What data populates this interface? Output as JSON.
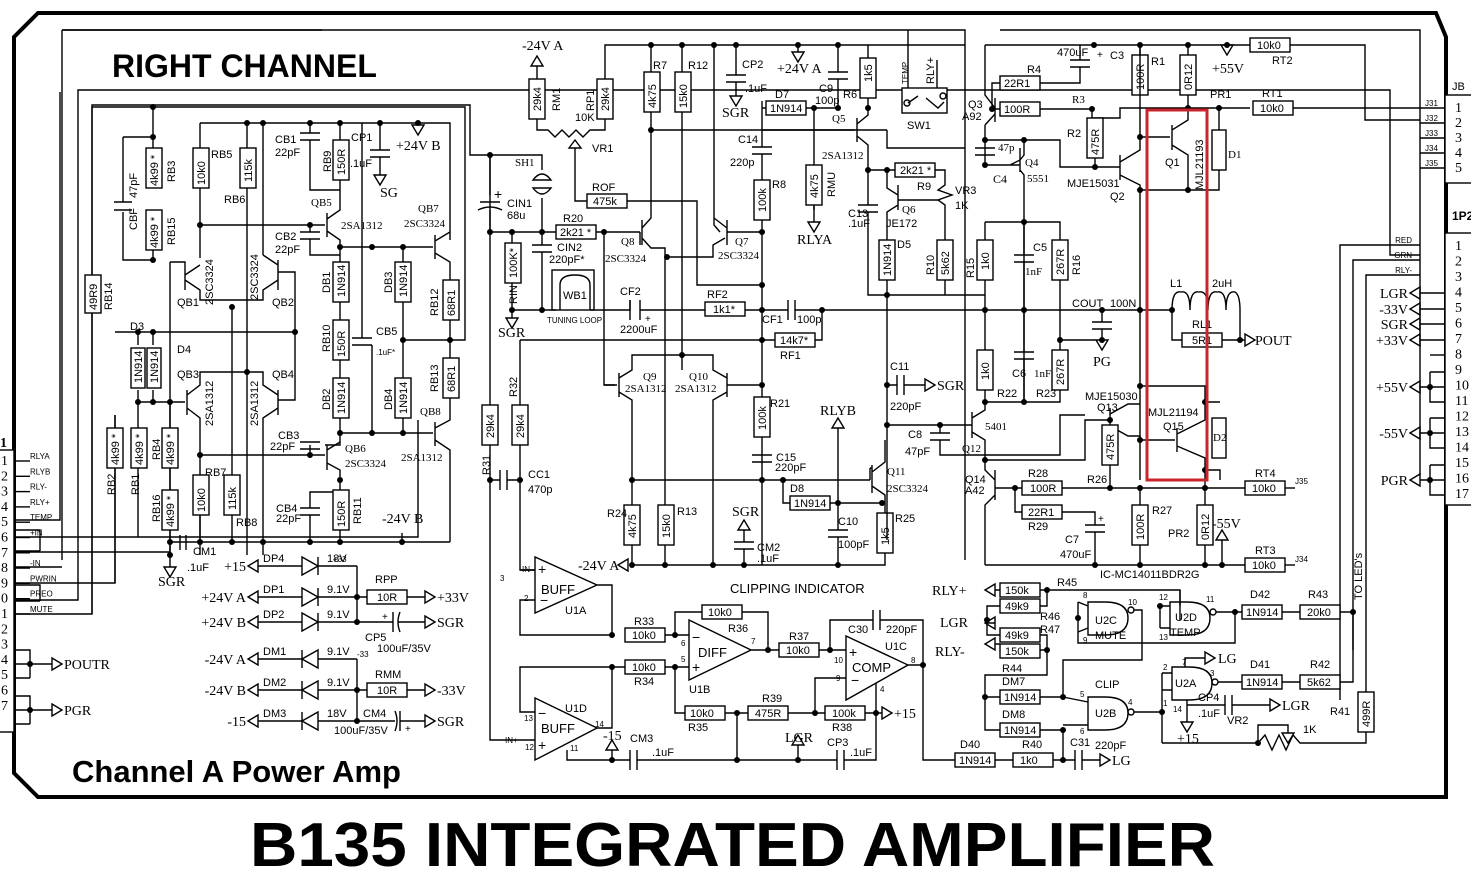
{
  "titles": {
    "section": "RIGHT CHANNEL",
    "subtitle": "Channel A Power Amp",
    "main": "B135 INTEGRATED AMPLIFIER",
    "clipping": "CLIPPING INDICATOR",
    "clip": "CLIP",
    "to_leds": "TO LED's",
    "ic": "IC-MC14011BDR2G",
    "tuning_loop": "TUNING LOOP"
  },
  "connector_left": {
    "name": "1",
    "pins": [
      "1",
      "2",
      "3",
      "4",
      "5",
      "6",
      "7",
      "8",
      "9",
      "0",
      "1",
      "2",
      "3",
      "4",
      "5",
      "6",
      "7"
    ],
    "signals": [
      "RLYA",
      "RLYB",
      "RLY-",
      "RLY+",
      "TEMP",
      "+IN",
      "",
      "-IN",
      "PWRIN",
      "PREO",
      "MUTE"
    ],
    "outputs": [
      "POUTR",
      "PGR"
    ]
  },
  "connector_jb": {
    "name": "JB",
    "pins": [
      "1",
      "2",
      "3",
      "4",
      "5"
    ],
    "nets": [
      "J31",
      "J32",
      "J33",
      "J34",
      "J35"
    ]
  },
  "connector_1p2": {
    "name": "1P2",
    "pins": [
      "1",
      "2",
      "3",
      "4",
      "5",
      "6",
      "7",
      "8",
      "9",
      "10",
      "11",
      "12",
      "13",
      "14",
      "15",
      "16",
      "17"
    ],
    "wires": [
      "RED",
      "GRN",
      "RLY-"
    ],
    "rails": [
      "LGR",
      "-33V",
      "SGR",
      "+33V",
      "+55V",
      "-55V",
      "PGR"
    ]
  },
  "input_stage": {
    "RB3": {
      "ref": "RB3",
      "value": "4k99 *"
    },
    "RB15": {
      "ref": "RB15",
      "value": "4k99 *"
    },
    "CBF": {
      "ref": "CBF",
      "value": "47pF"
    },
    "RB14": {
      "ref": "RB14",
      "value": "49R9"
    },
    "RB5": {
      "ref": "RB5",
      "value": "10k0"
    },
    "RB6": {
      "ref": "RB6",
      "value": "115k"
    },
    "CB1": {
      "ref": "CB1",
      "value": "22pF"
    },
    "RB9": {
      "ref": "RB9",
      "value": "150R"
    },
    "CP1": {
      "ref": "CP1",
      "value": ".1uF"
    },
    "rail_pos": "+24V B",
    "sg": "SG",
    "QB5": {
      "ref": "QB5",
      "part": "2SA1312"
    },
    "QB7": {
      "ref": "QB7",
      "part": "2SC3324"
    },
    "CB2": {
      "ref": "CB2",
      "value": "22pF"
    },
    "QB1": {
      "ref": "QB1",
      "part": "2SC3324"
    },
    "QB2": {
      "ref": "QB2",
      "part": "2SC3324"
    },
    "DB1": {
      "ref": "DB1",
      "part": "1N914"
    },
    "DB3": {
      "ref": "DB3",
      "part": "1N914"
    },
    "RB12": {
      "ref": "RB12",
      "value": "68R1"
    },
    "D3": {
      "ref": "D3",
      "part": "1N914"
    },
    "D4": {
      "ref": "D4",
      "part": "1N914"
    },
    "QB3": {
      "ref": "QB3",
      "part": "2SA1312"
    },
    "QB4": {
      "ref": "QB4",
      "part": "2SA1312"
    },
    "RB10": {
      "ref": "RB10",
      "value": "150R"
    },
    "CB5": {
      "ref": "CB5",
      "value": ".1uF*"
    },
    "RB13": {
      "ref": "RB13",
      "value": "68R1"
    },
    "DB2": {
      "ref": "DB2",
      "part": "1N914"
    },
    "DB4": {
      "ref": "DB4",
      "part": "1N914"
    },
    "QB8": {
      "ref": "QB8",
      "part": "2SA1312"
    },
    "CB3": {
      "ref": "CB3",
      "value": "22pF"
    },
    "QB6": {
      "ref": "QB6",
      "part": "2SC3324"
    },
    "RB2": {
      "ref": "RB2",
      "value": "4k99 *"
    },
    "RB1": {
      "ref": "RB1",
      "value": "4k99 *"
    },
    "RB4": {
      "ref": "RB4",
      "value": "4k99 *"
    },
    "RB16": {
      "ref": "RB16",
      "value": "4k99 *"
    },
    "RB7": {
      "ref": "RB7",
      "value": "10k0"
    },
    "RB8": {
      "ref": "RB8",
      "value": "115k"
    },
    "CB4": {
      "ref": "CB4",
      "value": "22pF"
    },
    "RB11": {
      "ref": "RB11",
      "value": "150R"
    },
    "rail_neg": "-24V B",
    "CM1": {
      "ref": "CM1",
      "value": ".1uF"
    },
    "sgr": "SGR"
  },
  "supply": {
    "rows": [
      {
        "rail": "+15",
        "ref": "DP4",
        "volt": "18V"
      },
      {
        "rail": "+24V A",
        "ref": "DP1",
        "volt": "9.1V"
      },
      {
        "rail": "+24V B",
        "ref": "DP2",
        "volt": "9.1V"
      },
      {
        "rail": "-24V A",
        "ref": "DM1",
        "volt": "9.1V"
      },
      {
        "rail": "-24V B",
        "ref": "DM2",
        "volt": "9.1V"
      },
      {
        "rail": "-15",
        "ref": "DM3",
        "volt": "18V"
      }
    ],
    "p33_tag": "+33",
    "m33_tag": "-33",
    "RPP": {
      "ref": "RPP",
      "value": "10R",
      "out": "+33V"
    },
    "CP5": {
      "ref": "CP5",
      "value": "100uF/35V",
      "out": "SGR"
    },
    "RMM": {
      "ref": "RMM",
      "value": "10R",
      "out": "-33V"
    },
    "CM4": {
      "ref": "CM4",
      "value": "100uF/35V",
      "out": "SGR"
    }
  },
  "main_amp": {
    "m24a": "-24V A",
    "p24a": "+24V A",
    "RM1": {
      "ref": "RM1",
      "value": "29k4"
    },
    "RP1": {
      "ref": "RP1",
      "value": "29k4"
    },
    "VR1": {
      "ref": "VR1",
      "value": "10K"
    },
    "R7": {
      "ref": "R7",
      "value": "4k75"
    },
    "R12": {
      "ref": "R12",
      "value": "15k0"
    },
    "CP2": {
      "ref": "CP2",
      "value": ".1uF"
    },
    "sgr": "SGR",
    "D7": {
      "ref": "D7",
      "part": "1N914"
    },
    "C9": {
      "ref": "C9",
      "value": "100p"
    },
    "R6": {
      "ref": "R6",
      "value": "1k5"
    },
    "Q5": {
      "ref": "Q5",
      "part": "2SA1312"
    },
    "C14": {
      "ref": "C14",
      "value": "220p"
    },
    "R8": {
      "ref": "R8",
      "value": "100k"
    },
    "RMU": {
      "ref": "RMU",
      "value": "4k75"
    },
    "rlya": "RLYA",
    "SH1": {
      "ref": "SH1"
    },
    "CIN1": {
      "ref": "CIN1",
      "value": "68u"
    },
    "ROF": {
      "ref": "ROF",
      "value": "475k"
    },
    "R20": {
      "ref": "R20",
      "value": "2k21 *"
    },
    "CIN2": {
      "ref": "CIN2",
      "value": "220pF*"
    },
    "RIN": {
      "ref": "RIN",
      "value": "100K*"
    },
    "Q8": {
      "ref": "Q8",
      "part": "2SC3324"
    },
    "Q7": {
      "ref": "Q7",
      "part": "2SC3324"
    },
    "WB1": {
      "ref": "WB1"
    },
    "CF2": {
      "ref": "CF2",
      "value": "2200uF"
    },
    "RF2": {
      "ref": "RF2",
      "value": "1k1*"
    },
    "CF1": {
      "ref": "CF1",
      "value": "100p"
    },
    "RF1": {
      "ref": "RF1",
      "value": "14k7*"
    },
    "Q9": {
      "ref": "Q9",
      "part": "2SA1312"
    },
    "Q10": {
      "ref": "Q10",
      "part": "2SA1312"
    },
    "R21": {
      "ref": "R21",
      "value": "100k"
    },
    "rlyb": "RLYB",
    "R31": {
      "ref": "R31",
      "value": "29k4"
    },
    "R32": {
      "ref": "R32",
      "value": "29k4"
    },
    "CC1": {
      "ref": "CC1",
      "value": "470p"
    },
    "C15": {
      "ref": "C15",
      "value": "220pF"
    },
    "D8": {
      "ref": "D8",
      "part": "1N914"
    },
    "Q11": {
      "ref": "Q11",
      "part": "2SC3324"
    },
    "R24": {
      "ref": "R24",
      "value": "4k75"
    },
    "R13": {
      "ref": "R13",
      "value": "15k0"
    },
    "CM2": {
      "ref": "CM2",
      "value": ".1uF"
    },
    "C10": {
      "ref": "C10",
      "value": "100pF"
    },
    "R25": {
      "ref": "R25",
      "value": "1k5"
    },
    "C13": {
      "ref": "C13",
      "value": ".1uF"
    },
    "Q6": {
      "ref": "Q6",
      "part": "JE172"
    },
    "R9": {
      "ref": "R9",
      "value": "2k21 *"
    },
    "VR3": {
      "ref": "VR3",
      "value": "1K"
    },
    "D5": {
      "ref": "D5",
      "part": "1N914"
    },
    "R10": {
      "ref": "R10",
      "value": "5k62"
    },
    "C11": {
      "ref": "C11",
      "value": "220pF"
    },
    "C8": {
      "ref": "C8",
      "value": "47pF"
    }
  },
  "output_stage": {
    "SW1": {
      "ref": "SW1",
      "temp": "TEMP",
      "rly": "RLY+"
    },
    "Q3": {
      "ref": "Q3",
      "part": "A92"
    },
    "R4": {
      "ref": "R4",
      "value": "22R1"
    },
    "C3": {
      "ref": "C3",
      "value": "470uF"
    },
    "R3": {
      "ref": "R3",
      "value": "100R"
    },
    "R1": {
      "ref": "R1",
      "value": "100R"
    },
    "PR1": {
      "ref": "PR1",
      "value": "0R12"
    },
    "p55": "+55V",
    "R2": {
      "ref": "R2",
      "value": "475R"
    },
    "C4": {
      "ref": "C4",
      "value": "47p"
    },
    "Q4": {
      "ref": "Q4",
      "part": "5551"
    },
    "Q2": {
      "ref": "Q2",
      "part": "MJE15031"
    },
    "Q1": {
      "ref": "Q1",
      "part": "MJL21193"
    },
    "D1": {
      "ref": "D1"
    },
    "RT2": {
      "ref": "RT2",
      "value": "10k0"
    },
    "RT1": {
      "ref": "RT1",
      "value": "10k0"
    },
    "R15": {
      "ref": "R15",
      "value": "1k0"
    },
    "C5": {
      "ref": "C5",
      "value": "1nF"
    },
    "R16": {
      "ref": "R16",
      "value": "267R"
    },
    "L1": {
      "ref": "L1",
      "value": "2uH"
    },
    "cout": "COUT",
    "cout_val": "100N",
    "RL1": {
      "ref": "RL1",
      "value": "5R1"
    },
    "pout": "POUT",
    "pg": "PG",
    "sgr": "SGR",
    "R22": {
      "ref": "R22",
      "value": "1k0"
    },
    "C6": {
      "ref": "C6",
      "value": "1nF"
    },
    "R23": {
      "ref": "R23",
      "value": "267R"
    },
    "Q12": {
      "ref": "Q12",
      "part": "5401"
    },
    "Q13": {
      "ref": "Q13",
      "part": "MJE15030"
    },
    "R26": {
      "ref": "R26",
      "value": "475R"
    },
    "Q15": {
      "ref": "Q15",
      "part": "MJL21194"
    },
    "D2": {
      "ref": "D2"
    },
    "Q14": {
      "ref": "Q14",
      "part": "A42"
    },
    "R28": {
      "ref": "R28",
      "value": "100R"
    },
    "R29": {
      "ref": "R29",
      "value": "22R1"
    },
    "C7": {
      "ref": "C7",
      "value": "470uF"
    },
    "R27": {
      "ref": "R27",
      "value": "100R"
    },
    "PR2": {
      "ref": "PR2",
      "value": "0R12"
    },
    "m55": "-55V",
    "RT4": {
      "ref": "RT4",
      "value": "10k0",
      "net": "J35"
    },
    "RT3": {
      "ref": "RT3",
      "value": "10k0",
      "net": "J34"
    }
  },
  "clipping": {
    "U1A": {
      "ref": "U1A",
      "label": "BUFF",
      "in_n": "IN-",
      "pins": [
        "3",
        "2",
        "1"
      ]
    },
    "U1D": {
      "ref": "U1D",
      "label": "BUFF",
      "in_p": "IN+",
      "pins": [
        "13",
        "12",
        "14",
        "11"
      ]
    },
    "U1B": {
      "ref": "U1B",
      "label": "DIFF",
      "pins": [
        "6",
        "5",
        "7"
      ]
    },
    "U1C": {
      "ref": "U1C",
      "label": "COMP",
      "pins": [
        "10",
        "9",
        "8",
        "4"
      ]
    },
    "R33": {
      "ref": "R33",
      "value": "10k0"
    },
    "R34": {
      "ref": "R34",
      "value": "10k0"
    },
    "R36": {
      "ref": "R36",
      "value": "10k0"
    },
    "R37": {
      "ref": "R37",
      "value": "10k0"
    },
    "R35": {
      "ref": "R35",
      "value": "10k0"
    },
    "R39": {
      "ref": "R39",
      "value": "475R"
    },
    "R38": {
      "ref": "R38",
      "value": "100k"
    },
    "C30": {
      "ref": "C30",
      "value": "220pF"
    },
    "CM3": {
      "ref": "CM3",
      "value": ".1uF"
    },
    "CP3": {
      "ref": "CP3",
      "value": ".1uF"
    },
    "m15": "-15",
    "p15": "+15",
    "lgr": "LGR"
  },
  "logic": {
    "R45": {
      "ref": "R45",
      "value": "150k",
      "net": "RLY+"
    },
    "R46": {
      "ref": "R46",
      "value": "49k9",
      "net": "LGR"
    },
    "R47": {
      "ref": "R47",
      "value": "49k9"
    },
    "R44": {
      "ref": "R44",
      "value": "150k",
      "net": "RLY-"
    },
    "U2C": {
      "ref": "U2C",
      "label": "MUTE",
      "pins": [
        "8",
        "9",
        "10"
      ]
    },
    "U2D": {
      "ref": "U2D",
      "label": "TEMP",
      "pins": [
        "12",
        "13",
        "11"
      ]
    },
    "U2B": {
      "ref": "U2B",
      "pins": [
        "5",
        "6",
        "4"
      ]
    },
    "U2A": {
      "ref": "U2A",
      "pins": [
        "2",
        "1",
        "3",
        "7",
        "14"
      ]
    },
    "DM7": {
      "ref": "DM7",
      "part": "1N914"
    },
    "DM8": {
      "ref": "DM8",
      "part": "1N914"
    },
    "D42": {
      "ref": "D42",
      "part": "1N914"
    },
    "R43": {
      "ref": "R43",
      "value": "20k0"
    },
    "D41": {
      "ref": "D41",
      "part": "1N914"
    },
    "R42": {
      "ref": "R42",
      "value": "5k62"
    },
    "D40": {
      "ref": "D40",
      "part": "1N914"
    },
    "R40": {
      "ref": "R40",
      "value": "1k0"
    },
    "C31": {
      "ref": "C31",
      "value": "220pF"
    },
    "CP4": {
      "ref": "CP4",
      "value": ".1uF"
    },
    "VR2": {
      "ref": "VR2",
      "value": "1K"
    },
    "R41": {
      "ref": "R41",
      "value": "499R"
    },
    "lg": "LG",
    "lgr": "LGR",
    "p15": "+15"
  },
  "colors": {
    "highlight": "#c8262c",
    "ink": "#000000",
    "paper": "#ffffff"
  }
}
